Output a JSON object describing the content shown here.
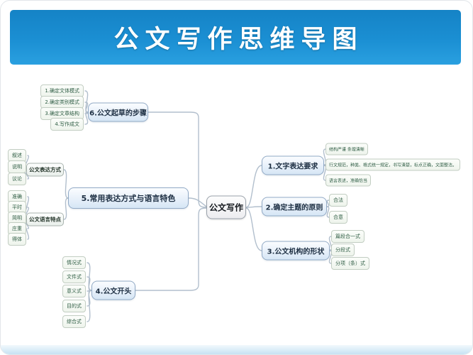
{
  "title": "公文写作思维导图",
  "center": {
    "label": "公文写作"
  },
  "branches": {
    "b1": {
      "label": "1.文字表达要求",
      "leaves": [
        "结构严谨 条理清晰",
        "行文规范，种类、格式统一规定，书写清楚，标点正确，文面整洁。",
        "语言表述，准确恰当"
      ]
    },
    "b2": {
      "label": "2.确定主题的原则",
      "leaves": [
        "合法",
        "合意"
      ]
    },
    "b3": {
      "label": "3.公文机构的形状",
      "leaves": [
        "篇段合一式",
        "分段式",
        "分项（条）式"
      ]
    },
    "b4": {
      "label": "4.公文开头",
      "leaves": [
        "情况式",
        "文件式",
        "意义式",
        "目的式",
        "综合式"
      ]
    },
    "b5": {
      "label": "5.常用表达方式与语言特色",
      "subs": [
        {
          "label": "公文表达方式",
          "leaves": [
            "叙述",
            "说明",
            "议论"
          ]
        },
        {
          "label": "公文语言特点",
          "leaves": [
            "准确",
            "平时",
            "简明",
            "庄重",
            "得体"
          ]
        }
      ]
    },
    "b6": {
      "label": "6.公文起草的步骤",
      "leaves": [
        "1.确定文体模式",
        "2.确定类别模式",
        "3.确定文章结构",
        "4.写作成文"
      ]
    }
  },
  "colors": {
    "banner_blue": "#1b8fd3",
    "connector": "#b2bfcd",
    "leaf_text_green": "#2f5d44",
    "node_border_blue": "#92aac6"
  }
}
